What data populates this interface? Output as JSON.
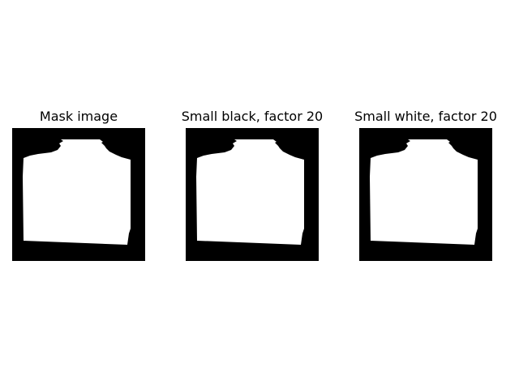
{
  "panels": [
    {
      "title": "Mask image"
    },
    {
      "title": "Small black, factor 20"
    },
    {
      "title": "Small white, factor 20"
    }
  ],
  "colors": {
    "background": "#000000",
    "foreground": "#ffffff"
  }
}
